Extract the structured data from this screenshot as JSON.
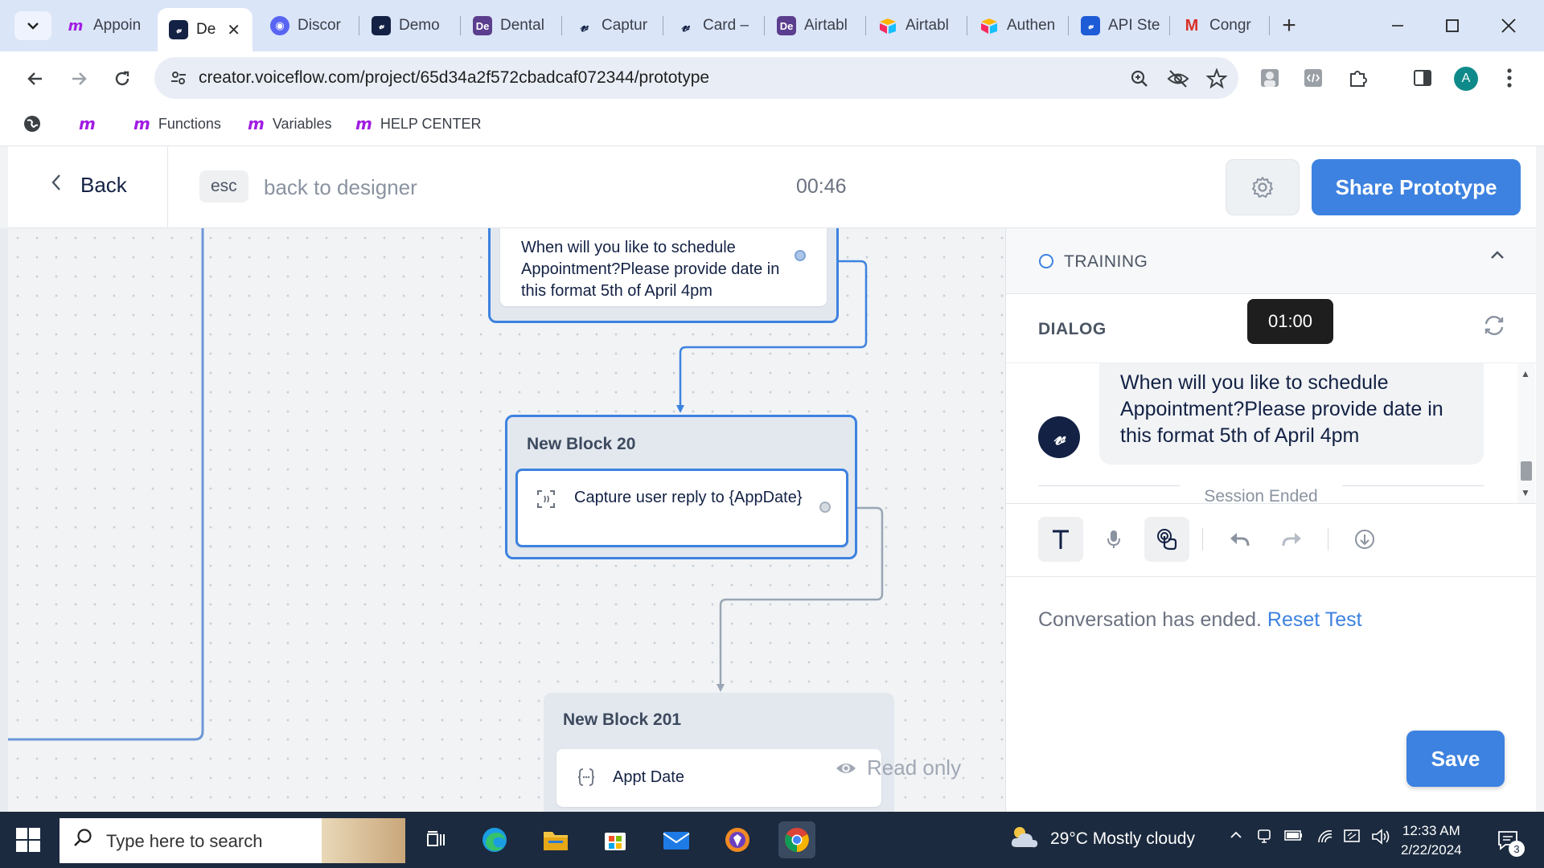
{
  "browser": {
    "tabs": [
      {
        "label": "Appoin",
        "favicon": "make-logo"
      },
      {
        "label": "De",
        "favicon": "voiceflow-logo",
        "active": true
      },
      {
        "label": "Discor",
        "favicon": "discord-logo"
      },
      {
        "label": "Demo",
        "favicon": "voiceflow-logo"
      },
      {
        "label": "Dental",
        "favicon": "de-logo"
      },
      {
        "label": "Captur",
        "favicon": "voiceflow-logo"
      },
      {
        "label": "Card –",
        "favicon": "voiceflow-logo"
      },
      {
        "label": "Airtabl",
        "favicon": "de-logo"
      },
      {
        "label": "Airtabl",
        "favicon": "airtable-logo"
      },
      {
        "label": "Authen",
        "favicon": "airtable-logo"
      },
      {
        "label": "API Ste",
        "favicon": "voiceflow-logo"
      },
      {
        "label": "Congr",
        "favicon": "gmail-logo"
      }
    ],
    "fav_text": {
      "voiceflow": "𝓋",
      "make": "m",
      "de": "De",
      "gmail": "M",
      "discord": "◉"
    },
    "url": "creator.voiceflow.com/project/65d34a2f572cbadcaf072344/prototype",
    "profile_initial": "A",
    "bookmarks": [
      {
        "label": ""
      },
      {
        "label": "Functions"
      },
      {
        "label": "Variables"
      },
      {
        "label": "HELP CENTER"
      }
    ]
  },
  "header": {
    "back_label": "Back",
    "esc_label": "esc",
    "back_to_designer": "back to designer",
    "timer": "00:46",
    "share_label": "Share Prototype"
  },
  "canvas": {
    "block_top_text": "When will you like to schedule Appointment?Please provide date in this format 5th of April 4pm",
    "block_20_title": "New Block 20",
    "block_20_step": "Capture user reply to {AppDate}",
    "block_201_title": "New Block 201",
    "block_201_step": "Appt Date",
    "read_only": "Read only"
  },
  "panel": {
    "training_label": "TRAINING",
    "dialog_label": "DIALOG",
    "tooltip_time": "01:00",
    "assistant_initial": "𝓋",
    "message": "When will you like to schedule Appointment?Please provide date in this format 5th of April 4pm",
    "session_ended": "Session Ended",
    "conversation_ended": "Conversation has ended.",
    "reset_test": "Reset Test",
    "save_label": "Save"
  },
  "taskbar": {
    "search_placeholder": "Type here to search",
    "weather": "29°C  Mostly cloudy",
    "time": "12:33 AM",
    "date": "2/22/2024",
    "notification_count": "3"
  },
  "colors": {
    "accent": "#3d82e0",
    "navy": "#132144",
    "taskbar": "#1b2a3e"
  }
}
